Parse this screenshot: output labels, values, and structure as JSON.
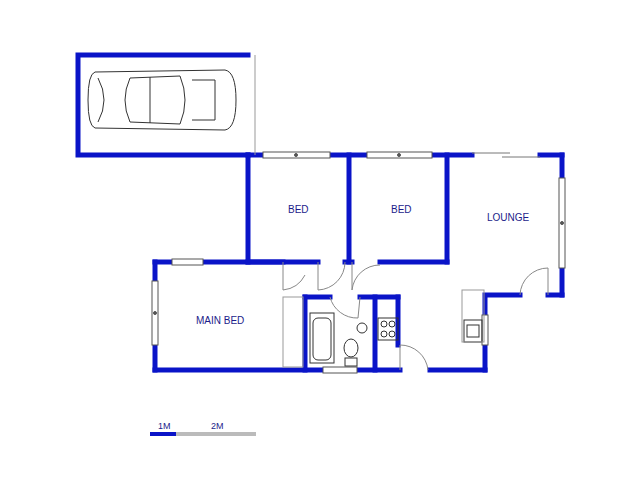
{
  "diagram": {
    "labels": [
      "BED",
      "BED",
      "LOUNGE",
      "MAIN BED",
      "1M",
      "2M"
    ]
  }
}
